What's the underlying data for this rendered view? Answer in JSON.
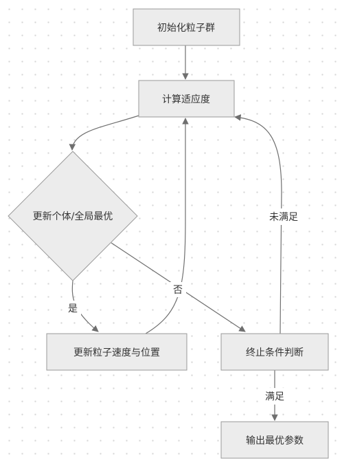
{
  "nodes": {
    "init": "初始化粒子群",
    "fitness": "计算适应度",
    "update_best": "更新个体/全局最优",
    "update_vel": "更新粒子速度与位置",
    "terminate": "终止条件判断",
    "output": "输出最优参数"
  },
  "edges": {
    "yes": "是",
    "no": "否",
    "not_satisfied": "未满足",
    "satisfied": "满足"
  }
}
